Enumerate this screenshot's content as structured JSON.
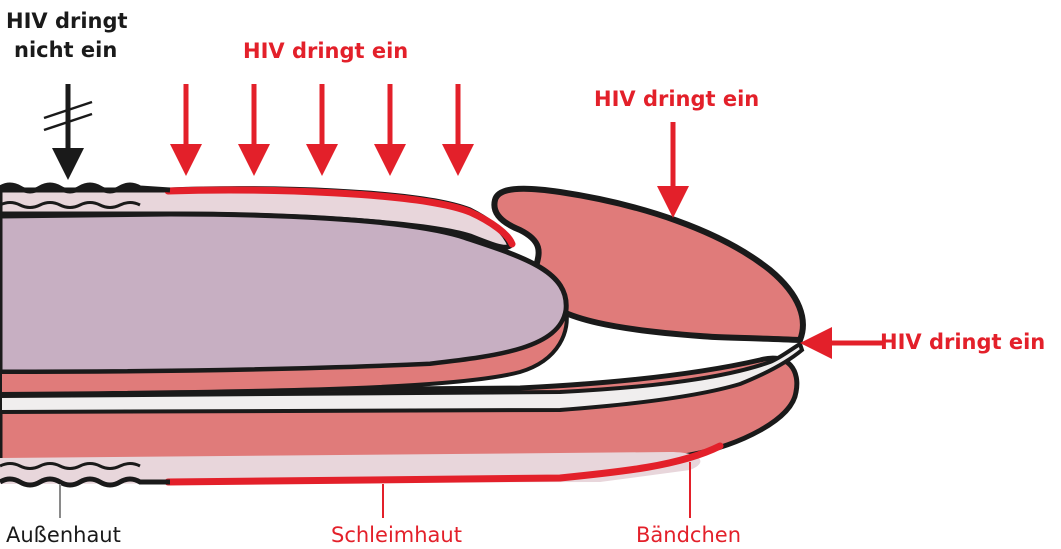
{
  "labels": {
    "top_left_line1": "HIV dringt",
    "top_left_line2": "nicht ein",
    "top_center": "HIV dringt ein",
    "top_right": "HIV dringt ein",
    "right": "HIV dringt ein",
    "bottom_left": "Außenhaut",
    "bottom_center": "Schleimhaut",
    "bottom_right": "Bändchen"
  },
  "colors": {
    "red": "#e3202a",
    "black": "#1a1a1a",
    "shaft_inner": "#c7afc2",
    "glans": "#e07b7a",
    "skin": "#e8d6db",
    "urethra": "#f0eeee"
  }
}
